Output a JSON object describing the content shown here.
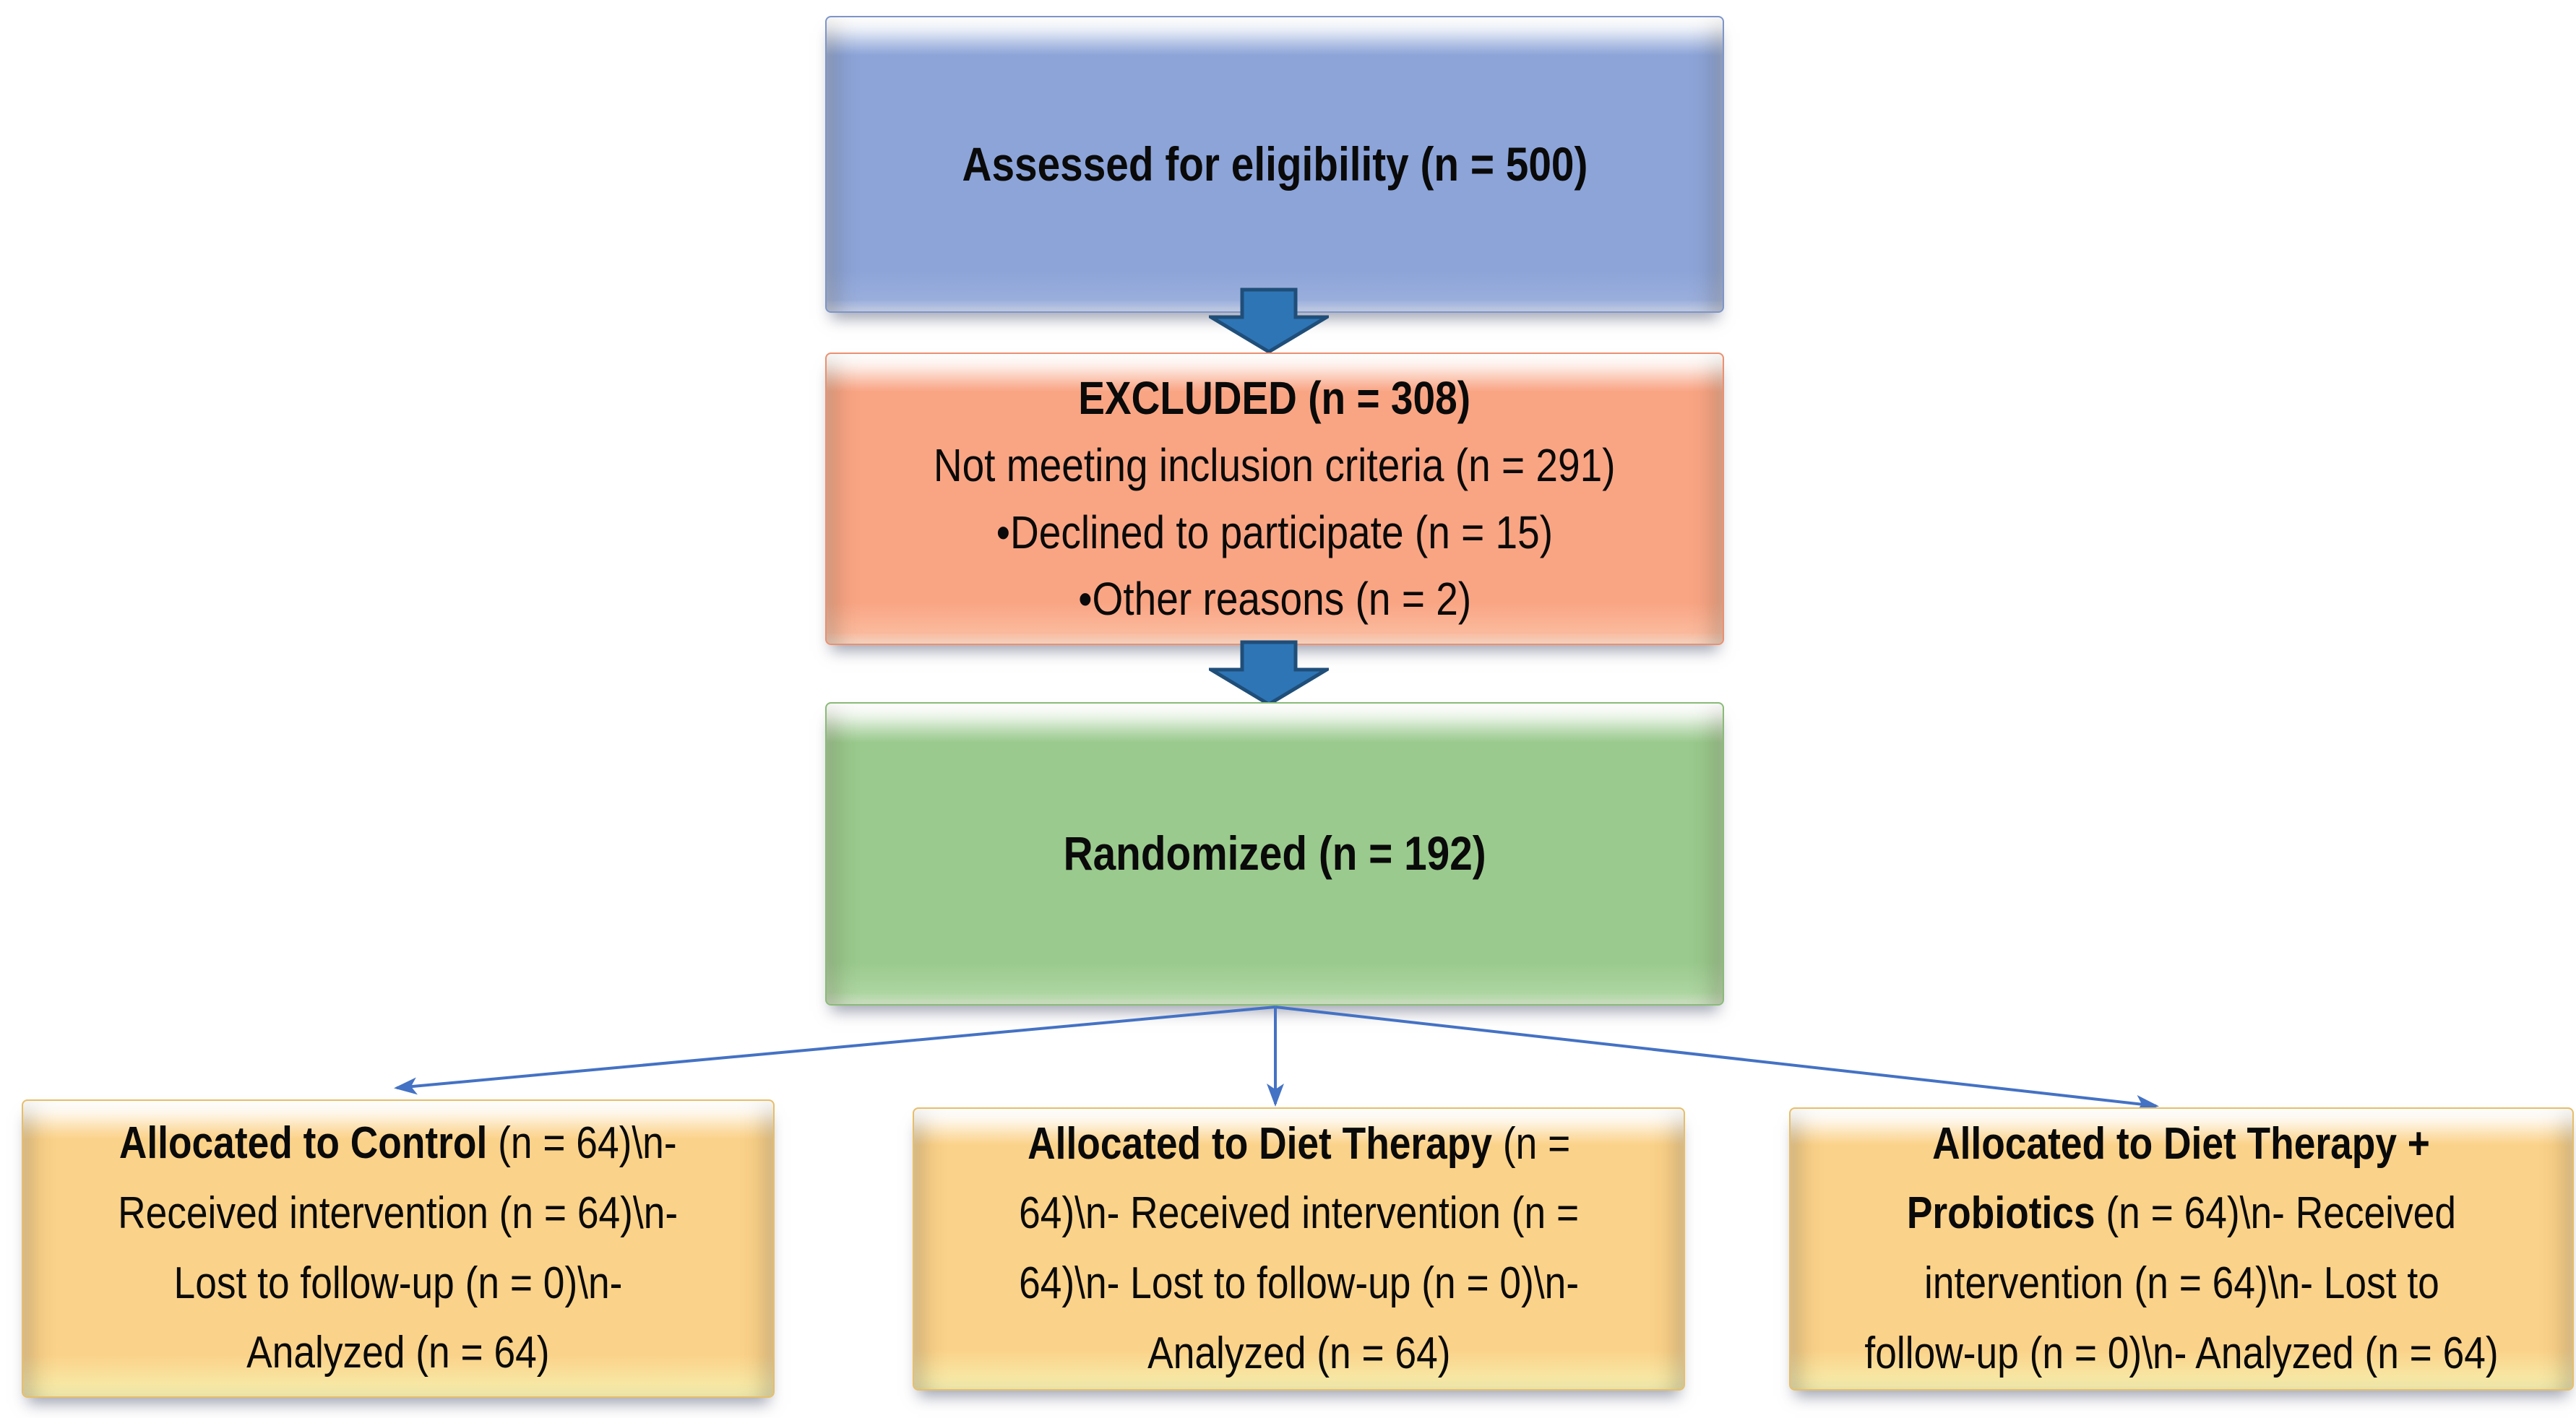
{
  "diagram_type": "participant-flow-diagram",
  "colors": {
    "background": "#ffffff",
    "assessed_fill": "#8CA4D8",
    "excluded_fill": "#F9A584",
    "randomized_fill": "#9ACA8D",
    "allocation_fill": "#FBD289",
    "block_arrow_fill": "#2E75B6",
    "block_arrow_stroke": "#1F4E79",
    "connector": "#4472C4",
    "text": "#0a0a0a"
  },
  "nodes": {
    "assessed": {
      "label": "Assessed for eligibility (n = 500)"
    },
    "excluded": {
      "title": "EXCLUDED (n = 308)",
      "lines": [
        "Not meeting inclusion criteria (n = 291)",
        "•Declined to participate (n = 15)",
        "•Other reasons (n = 2)"
      ]
    },
    "randomized": {
      "label": "Randomized (n = 192)"
    },
    "allocations": [
      {
        "id": "control",
        "text": "Allocated to Control (n = 64)\\n- Received intervention (n = 64)\\n- Lost to follow-up (n = 0)\\n- Analyzed (n = 64)",
        "lines": [
          {
            "b": "Allocated to Control",
            "r": " (n = 64)\\n-"
          },
          {
            "b": "",
            "r": "Received intervention (n = 64)\\n-"
          },
          {
            "b": "",
            "r": "Lost to follow-up (n = 0)\\n-"
          },
          {
            "b": "",
            "r": "Analyzed (n = 64)"
          }
        ]
      },
      {
        "id": "diet-therapy",
        "text": "Allocated to Diet Therapy (n = 64)\\n- Received intervention (n = 64)\\n- Lost to follow-up (n = 0)\\n- Analyzed (n = 64)",
        "lines": [
          {
            "b": "Allocated to Diet Therapy",
            "r": " (n ="
          },
          {
            "b": "",
            "r": "64)\\n- Received intervention (n ="
          },
          {
            "b": "",
            "r": "64)\\n- Lost to follow-up (n = 0)\\n-"
          },
          {
            "b": "",
            "r": "Analyzed (n = 64)"
          }
        ]
      },
      {
        "id": "diet-therapy-probiotics",
        "text": "Allocated to Diet Therapy + Probiotics (n = 64)\\n- Received intervention (n = 64)\\n- Lost to follow-up (n = 0)\\n- Analyzed (n = 64)",
        "lines": [
          {
            "b": "Allocated to Diet Therapy +",
            "r": ""
          },
          {
            "b": "Probiotics",
            "r": " (n = 64)\\n- Received"
          },
          {
            "b": "",
            "r": "intervention (n = 64)\\n- Lost to"
          },
          {
            "b": "",
            "r": "follow-up (n = 0)\\n- Analyzed (n = 64)"
          }
        ]
      }
    ]
  }
}
